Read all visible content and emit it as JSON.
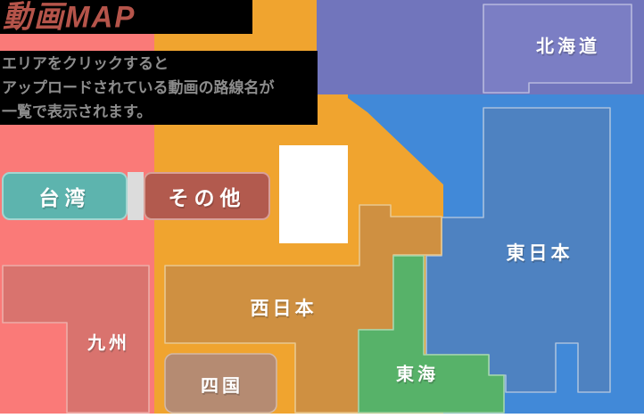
{
  "page_title": "動画MAP",
  "info_box": {
    "line1": "エリアをクリックすると",
    "line2": "アップロードされている動画の路線名が",
    "line3": "一覧で表示されます。"
  },
  "regions": {
    "hokkaido": {
      "label": "北海道",
      "color": "#7b7ec4"
    },
    "higashi_nihon": {
      "label": "東日本",
      "color": "#4e82c1"
    },
    "tokai": {
      "label": "東海",
      "color": "#57b269"
    },
    "nishi_nihon": {
      "label": "西日本",
      "color": "#cf9041"
    },
    "shikoku": {
      "label": "四国",
      "color": "#b58b72"
    },
    "kyushu": {
      "label": "九州",
      "color": "#d9736e"
    },
    "taiwan": {
      "label": "台湾",
      "color": "#5db4ae"
    },
    "other": {
      "label": "その他",
      "color": "#b25a4e"
    }
  },
  "background_colors": {
    "sea_blue": "#4189d8",
    "purple_north": "#7175bc",
    "orange_center": "#f0a42f",
    "pink_west": "#fa7a78",
    "title_text": "#b5544a",
    "info_text": "#8c8c8c",
    "panel_black": "#000000"
  }
}
